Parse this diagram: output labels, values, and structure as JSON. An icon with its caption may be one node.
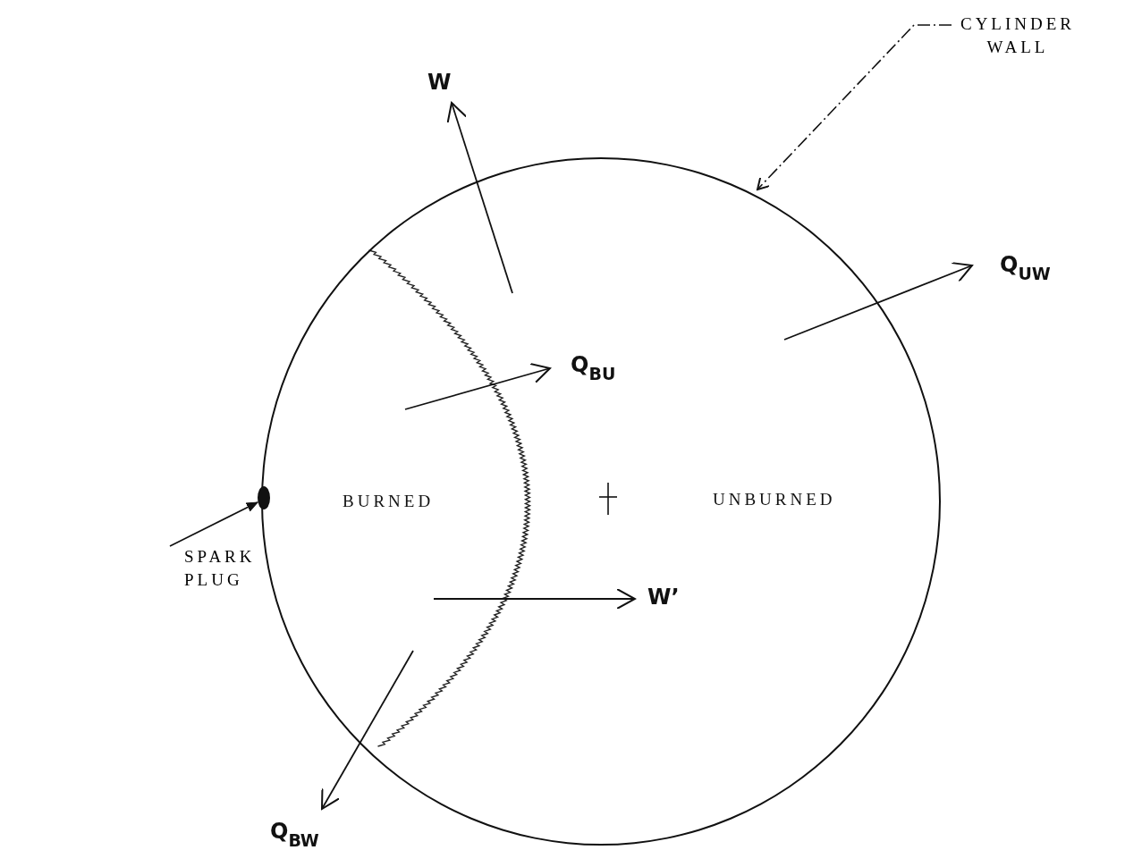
{
  "diagram": {
    "nodes": [
      {
        "text": [
          "CYLINDER WALL"
        ]
      },
      {
        "text": [],
        "shape": "circle"
      },
      {
        "text": [
          "SPARK PLUG"
        ]
      },
      {
        "text": [],
        "shape": "circle"
      }
    ],
    "edges": [
      {
        "from": 0,
        "to": 1,
        "arrow": "to",
        "style": "dashed"
      },
      {
        "from": 2,
        "to": 3,
        "arrow": "to"
      }
    ],
    "labels": [
      "W",
      "Q$_{UW}$",
      "Q$_{BU}$",
      "BURNED",
      "UNBURNED",
      "W’",
      "Q$_{BW}$"
    ]
  }
}
